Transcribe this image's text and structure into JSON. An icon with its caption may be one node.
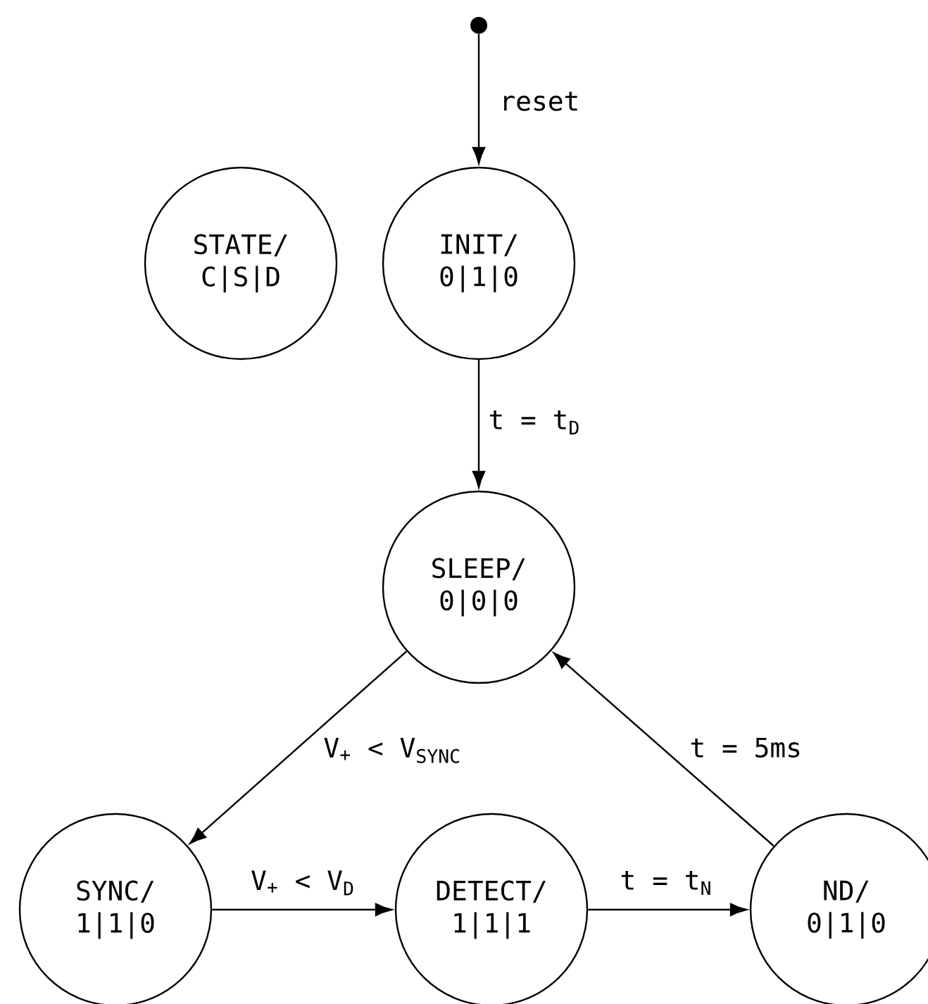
{
  "diagram": {
    "nodes": [
      {
        "text": [],
        "shape": "circle"
      },
      {
        "text": [
          "STATE/",
          "C|S|D"
        ]
      },
      {
        "text": [
          "INIT/",
          "0|1|0"
        ]
      },
      {
        "text": [
          "SLEEP/",
          "0|0|0"
        ]
      },
      {
        "text": [
          "SYNC/",
          "1|1|0"
        ]
      },
      {
        "text": [
          "DETECT/",
          "1|1|1"
        ]
      },
      {
        "text": [
          "ND/",
          "0|1|0"
        ]
      }
    ],
    "edges": [
      {
        "from": 0,
        "to": 2,
        "arrow": "to",
        "label": "reset"
      },
      {
        "from": 2,
        "to": 3,
        "arrow": "to",
        "label": "t = t$_{D}$"
      },
      {
        "from": 3,
        "to": 4,
        "arrow": "to",
        "label": "V$_{+}$ < V$_{SYNC}$"
      },
      {
        "from": 4,
        "to": 5,
        "arrow": "to",
        "label": "V$_{+}$ < V$_{D}$"
      },
      {
        "from": 5,
        "to": 6,
        "arrow": "to",
        "label": "t = t$_{N}$"
      },
      {
        "from": 6,
        "to": 3,
        "arrow": "to",
        "label": "t = 5ms"
      }
    ]
  }
}
